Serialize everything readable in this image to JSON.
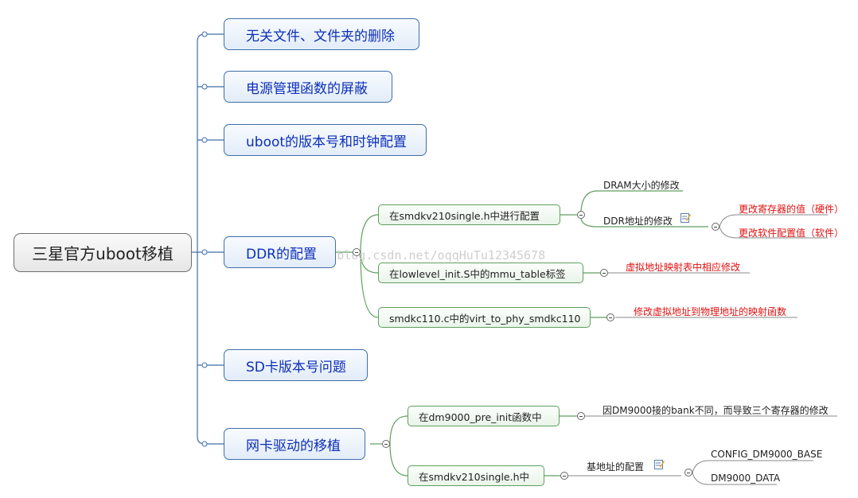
{
  "root": {
    "label": "三星官方uboot移植"
  },
  "branches": [
    {
      "label": "无关文件、文件夹的删除"
    },
    {
      "label": "电源管理函数的屏蔽"
    },
    {
      "label": "uboot的版本号和时钟配置"
    },
    {
      "label": "DDR的配置",
      "children": [
        {
          "label": "在smdkv210single.h中进行配置",
          "leaves": [
            {
              "label": "DRAM大小的修改"
            },
            {
              "label": "DDR地址的修改",
              "leaves": [
                {
                  "label": "更改寄存器的值（硬件）"
                },
                {
                  "label": "更改软件配置值（软件）"
                }
              ]
            }
          ]
        },
        {
          "label": "在lowlevel_init.S中的mmu_table标签",
          "leaves": [
            {
              "label": "虚拟地址映射表中相应修改"
            }
          ]
        },
        {
          "label": "smdkc110.c中的virt_to_phy_smdkc110",
          "leaves": [
            {
              "label": "修改虚拟地址到物理地址的映射函数"
            }
          ]
        }
      ]
    },
    {
      "label": "SD卡版本号问题"
    },
    {
      "label": "网卡驱动的移植",
      "children": [
        {
          "label": "在dm9000_pre_init函数中",
          "leaves": [
            {
              "label": "因DM9000接的bank不同，而导致三个寄存器的修改"
            }
          ]
        },
        {
          "label": "在smdkv210single.h中",
          "leaves": [
            {
              "label": "基地址的配置",
              "leaves": [
                {
                  "label": "CONFIG_DM9000_BASE"
                },
                {
                  "label": "DM9000_DATA"
                }
              ]
            }
          ]
        }
      ]
    }
  ],
  "watermark": "http://blog.csdn.net/oqqHuTu12345678",
  "colors": {
    "main_text": "#0c2fb8",
    "main_border": "#3e6fa8",
    "sub_border": "#5f9f5f",
    "red_text": "#e01010",
    "line": "#3e6fa8",
    "green_line": "#5f9f5f"
  }
}
